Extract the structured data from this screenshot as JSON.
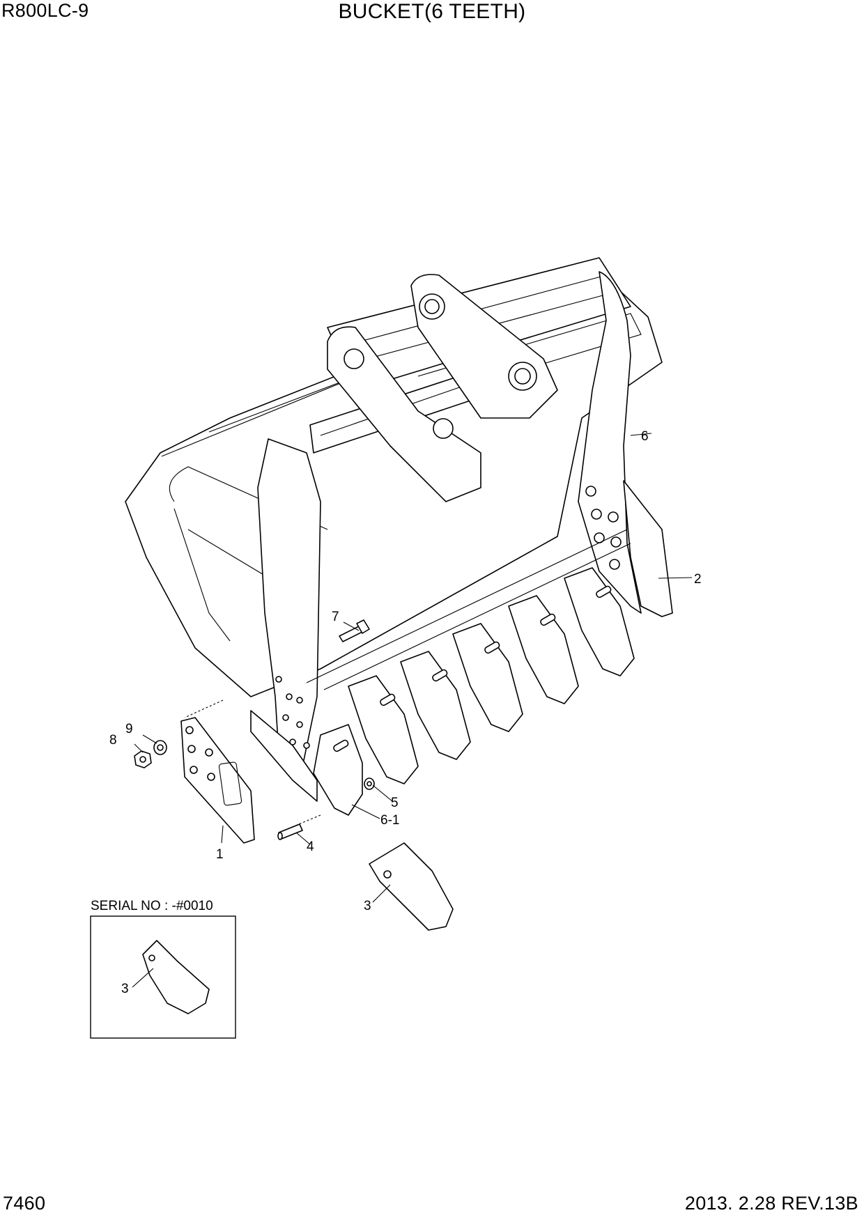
{
  "header": {
    "model": "R800LC-9",
    "title": "BUCKET(6 TEETH)"
  },
  "footer": {
    "page_number": "7460",
    "date_rev": "2013. 2.28  REV.13B"
  },
  "callouts": {
    "c1": "1",
    "c2": "2",
    "c3": "3",
    "c3_inset": "3",
    "c4": "4",
    "c5": "5",
    "c6": "6",
    "c6_1": "6-1",
    "c7": "7",
    "c8": "8",
    "c9": "9"
  },
  "inset": {
    "serial_label": "SERIAL NO : -#0010"
  }
}
